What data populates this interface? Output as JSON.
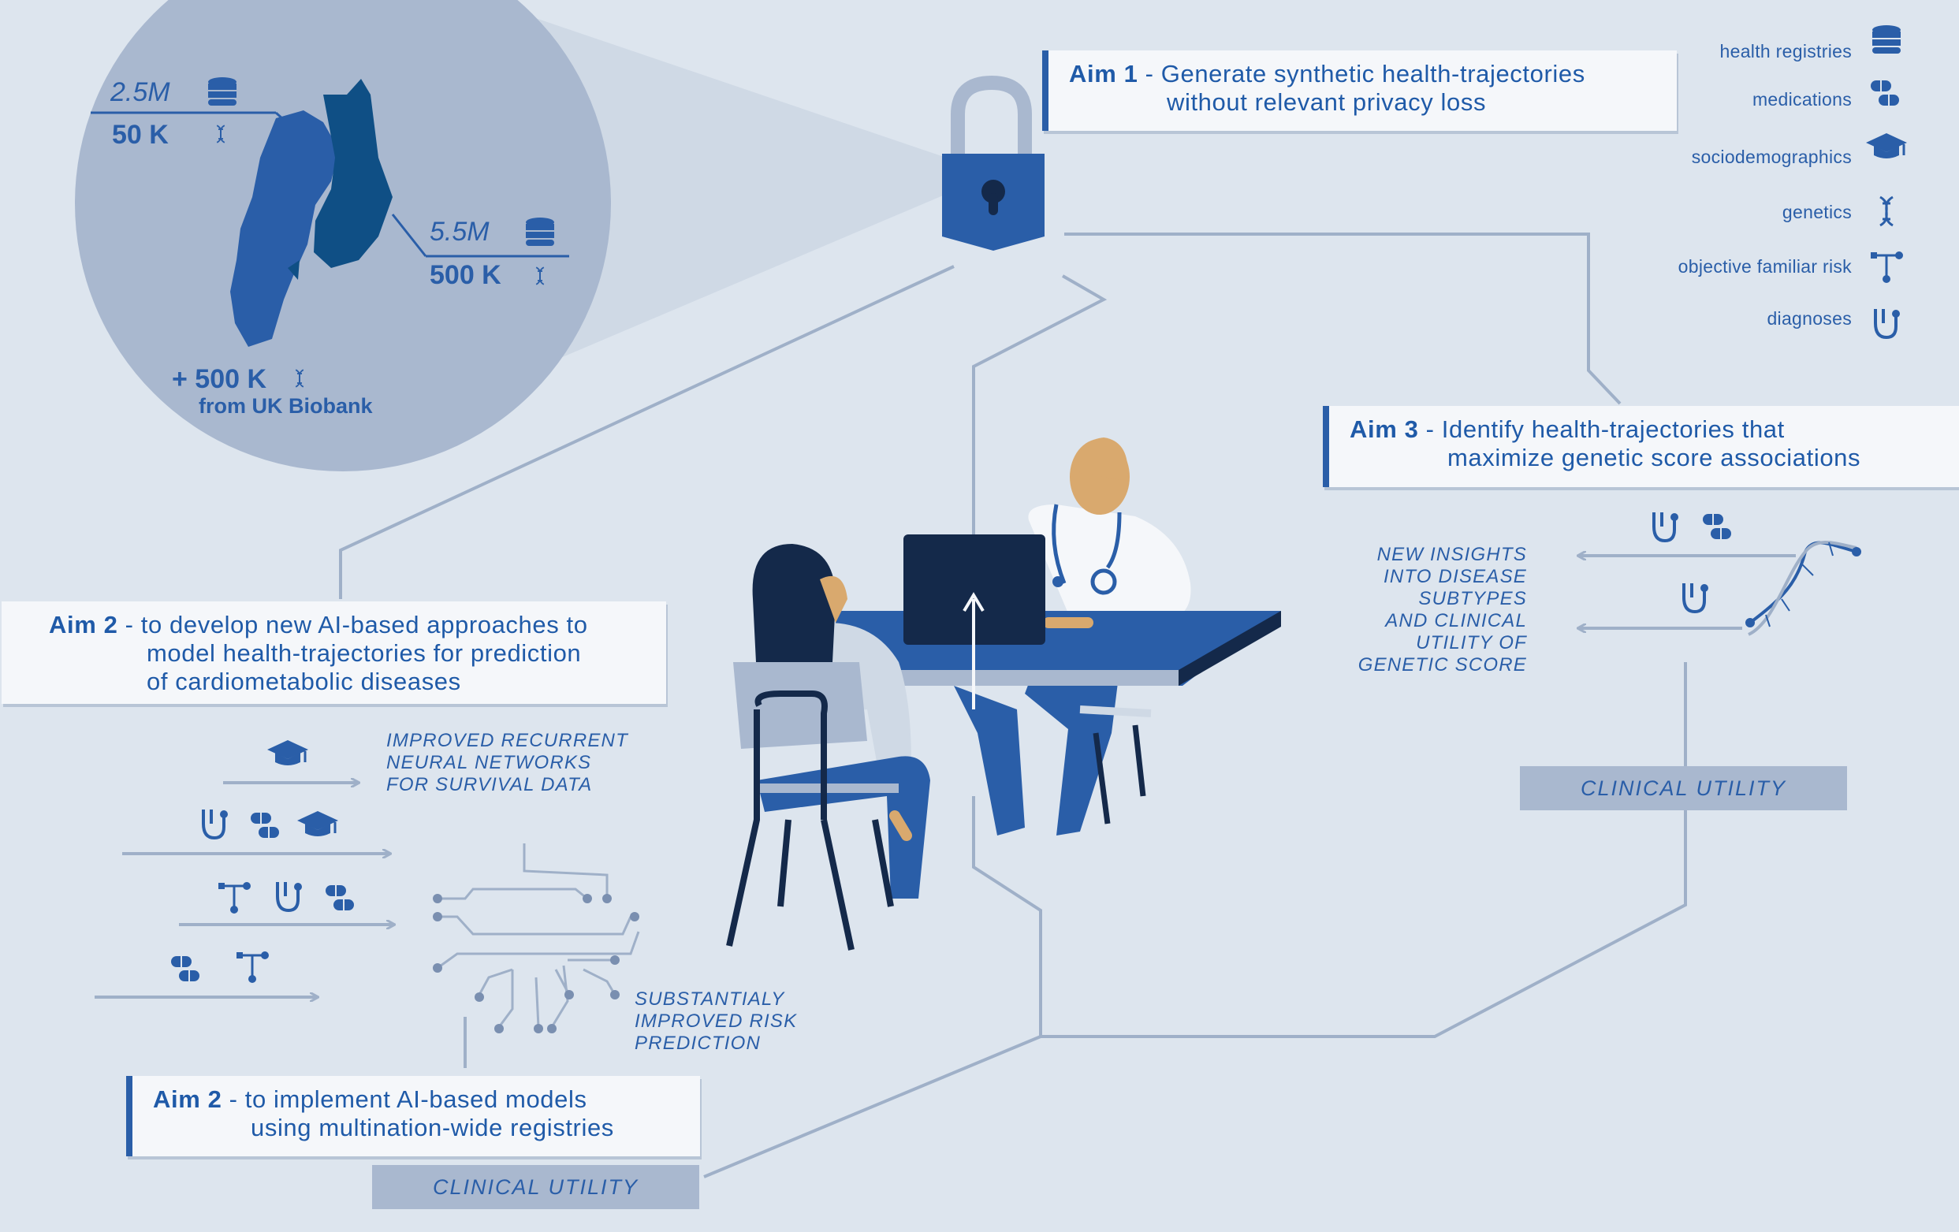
{
  "aim1": {
    "tag": "Aim 1",
    "sep": " - ",
    "line1": "Generate synthetic health-trajectories",
    "line2": "without relevant privacy loss"
  },
  "aim2a": {
    "tag": "Aim 2",
    "sep": " - ",
    "line1": "to develop new AI-based approaches to",
    "line2": "model health-trajectories for prediction",
    "line3": "of cardiometabolic diseases"
  },
  "aim2b": {
    "tag": "Aim 2",
    "sep": " - ",
    "line1": "to implement AI-based models",
    "line2": "using multination-wide registries"
  },
  "aim3": {
    "tag": "Aim 3",
    "sep": " - ",
    "line1": "Identify health-trajectories that",
    "line2": "maximize genetic score associations"
  },
  "map": {
    "sweden_records": "2.5M",
    "sweden_genomes": "50 K",
    "finland_records": "5.5M",
    "finland_genomes": "500 K",
    "uk_genomes": "+ 500 K",
    "uk_source": "from UK Biobank"
  },
  "legend": [
    {
      "label": "health registries",
      "icon": "database-icon"
    },
    {
      "label": "medications",
      "icon": "pills-icon"
    },
    {
      "label": "sociodemographics",
      "icon": "graduation-cap-icon"
    },
    {
      "label": "genetics",
      "icon": "dna-icon"
    },
    {
      "label": "objective familiar risk",
      "icon": "pedigree-icon"
    },
    {
      "label": "diagnoses",
      "icon": "stethoscope-icon"
    }
  ],
  "outcomes": {
    "rnn": [
      "IMPROVED RECURRENT",
      "NEURAL NETWORKS",
      "FOR SURVIVAL DATA"
    ],
    "risk": [
      "SUBSTANTIALY",
      "IMPROVED RISK",
      "PREDICTION"
    ],
    "insights": [
      "NEW INSIGHTS",
      "INTO DISEASE",
      "SUBTYPES",
      "AND CLINICAL",
      "UTILITY OF",
      "GENETIC SCORE"
    ]
  },
  "clinical_utility": [
    "CLINICAL UTILITY",
    "CLINICAL UTILITY"
  ],
  "colors": {
    "background": "#dde5ee",
    "primary": "#2a5ea8",
    "dark": "#14294a",
    "circle": "#a9b8cf",
    "line": "#9fb0c8"
  }
}
